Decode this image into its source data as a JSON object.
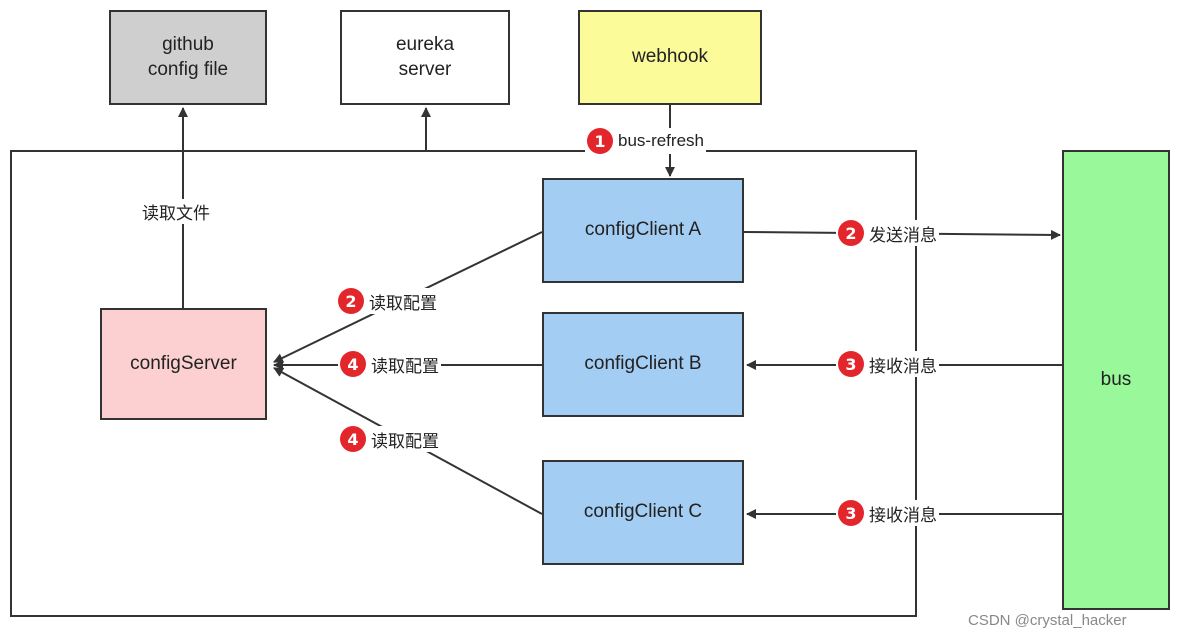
{
  "nodes": {
    "github": "github\nconfig file",
    "eureka": "eureka\nserver",
    "webhook": "webhook",
    "config_server": "configServer",
    "client_a": "configClient A",
    "client_b": "configClient B",
    "client_c": "configClient C",
    "bus": "bus"
  },
  "edges": {
    "read_file": {
      "text": "读取文件"
    },
    "bus_refresh": {
      "step": "1",
      "text": "bus-refresh"
    },
    "send_message": {
      "step": "2",
      "text": "发送消息"
    },
    "read_config_a": {
      "step": "2",
      "text": "读取配置"
    },
    "read_config_b": {
      "step": "4",
      "text": "读取配置"
    },
    "read_config_c": {
      "step": "4",
      "text": "读取配置"
    },
    "receive_b": {
      "step": "3",
      "text": "接收消息"
    },
    "receive_c": {
      "step": "3",
      "text": "接收消息"
    }
  },
  "colors": {
    "github": "#cfcfcf",
    "eureka": "#ffffff",
    "webhook": "#fbfb99",
    "config_server": "#fcd0d0",
    "clients": "#a4cdf4",
    "bus": "#99f899",
    "step_badge": "#e3262b",
    "lines": "#333333"
  },
  "watermark": "CSDN @crystal_hacker"
}
